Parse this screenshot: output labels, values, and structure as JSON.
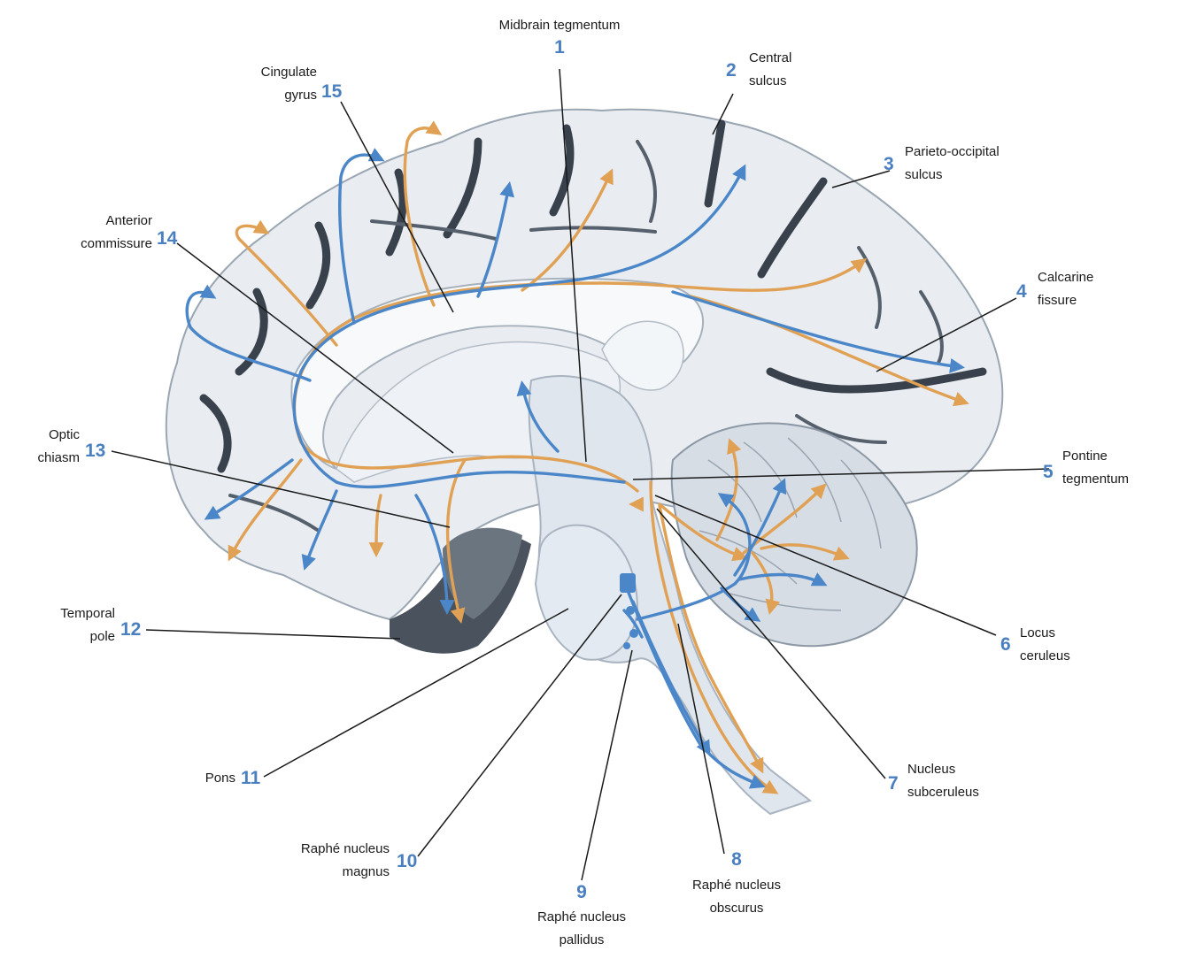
{
  "labels": [
    {
      "id": "midbrain-tegmentum",
      "num": "1",
      "lines": [
        "Midbrain tegmentum"
      ]
    },
    {
      "id": "central-sulcus",
      "num": "2",
      "lines": [
        "Central",
        "sulcus"
      ]
    },
    {
      "id": "parieto-occipital-sulcus",
      "num": "3",
      "lines": [
        "Parieto-occipital",
        "sulcus"
      ]
    },
    {
      "id": "calcarine-fissure",
      "num": "4",
      "lines": [
        "Calcarine",
        "fissure"
      ]
    },
    {
      "id": "pontine-tegmentum",
      "num": "5",
      "lines": [
        "Pontine",
        "tegmentum"
      ]
    },
    {
      "id": "locus-ceruleus",
      "num": "6",
      "lines": [
        "Locus",
        "ceruleus"
      ]
    },
    {
      "id": "nucleus-subceruleus",
      "num": "7",
      "lines": [
        "Nucleus",
        "subceruleus"
      ]
    },
    {
      "id": "raphe-nucleus-obscurus",
      "num": "8",
      "lines": [
        "Raphé nucleus",
        "obscurus"
      ]
    },
    {
      "id": "raphe-nucleus-pallidus",
      "num": "9",
      "lines": [
        "Raphé nucleus",
        "pallidus"
      ]
    },
    {
      "id": "raphe-nucleus-magnus",
      "num": "10",
      "lines": [
        "Raphé nucleus",
        "magnus"
      ]
    },
    {
      "id": "pons",
      "num": "11",
      "lines": [
        "Pons"
      ]
    },
    {
      "id": "temporal-pole",
      "num": "12",
      "lines": [
        "Temporal",
        "pole"
      ]
    },
    {
      "id": "optic-chiasm",
      "num": "13",
      "lines": [
        "Optic",
        "chiasm"
      ]
    },
    {
      "id": "anterior-commissure",
      "num": "14",
      "lines": [
        "Anterior",
        "commissure"
      ]
    },
    {
      "id": "cingulate-gyrus",
      "num": "15",
      "lines": [
        "Cingulate",
        "gyrus"
      ]
    }
  ],
  "colors": {
    "serotonergic_pathway": "#4a86c8",
    "noradrenergic_pathway": "#e0a155",
    "label_number": "#4a7fc0",
    "label_text": "#1a1a1a"
  }
}
